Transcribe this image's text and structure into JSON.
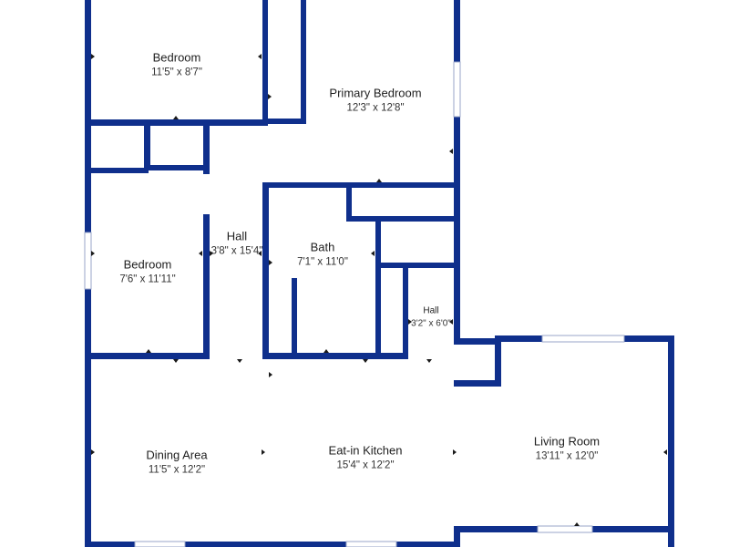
{
  "colors": {
    "wall": "#0f2f8c",
    "background": "#ffffff",
    "text": "#1e1e1e"
  },
  "rooms": [
    {
      "name": "Bedroom",
      "dims": "11'5\" x 8'7\""
    },
    {
      "name": "Primary Bedroom",
      "dims": "12'3\" x 12'8\""
    },
    {
      "name": "Hall",
      "dims": "3'8\" x 15'4\""
    },
    {
      "name": "Bedroom",
      "dims": "7'6\" x 11'11\""
    },
    {
      "name": "Bath",
      "dims": "7'1\" x 11'0\""
    },
    {
      "name": "Hall",
      "dims": "3'2\" x 6'0\""
    },
    {
      "name": "Dining Area",
      "dims": "11'5\" x 12'2\""
    },
    {
      "name": "Eat-in Kitchen",
      "dims": "15'4\" x 12'2\""
    },
    {
      "name": "Living Room",
      "dims": "13'11\" x 12'0\""
    }
  ]
}
